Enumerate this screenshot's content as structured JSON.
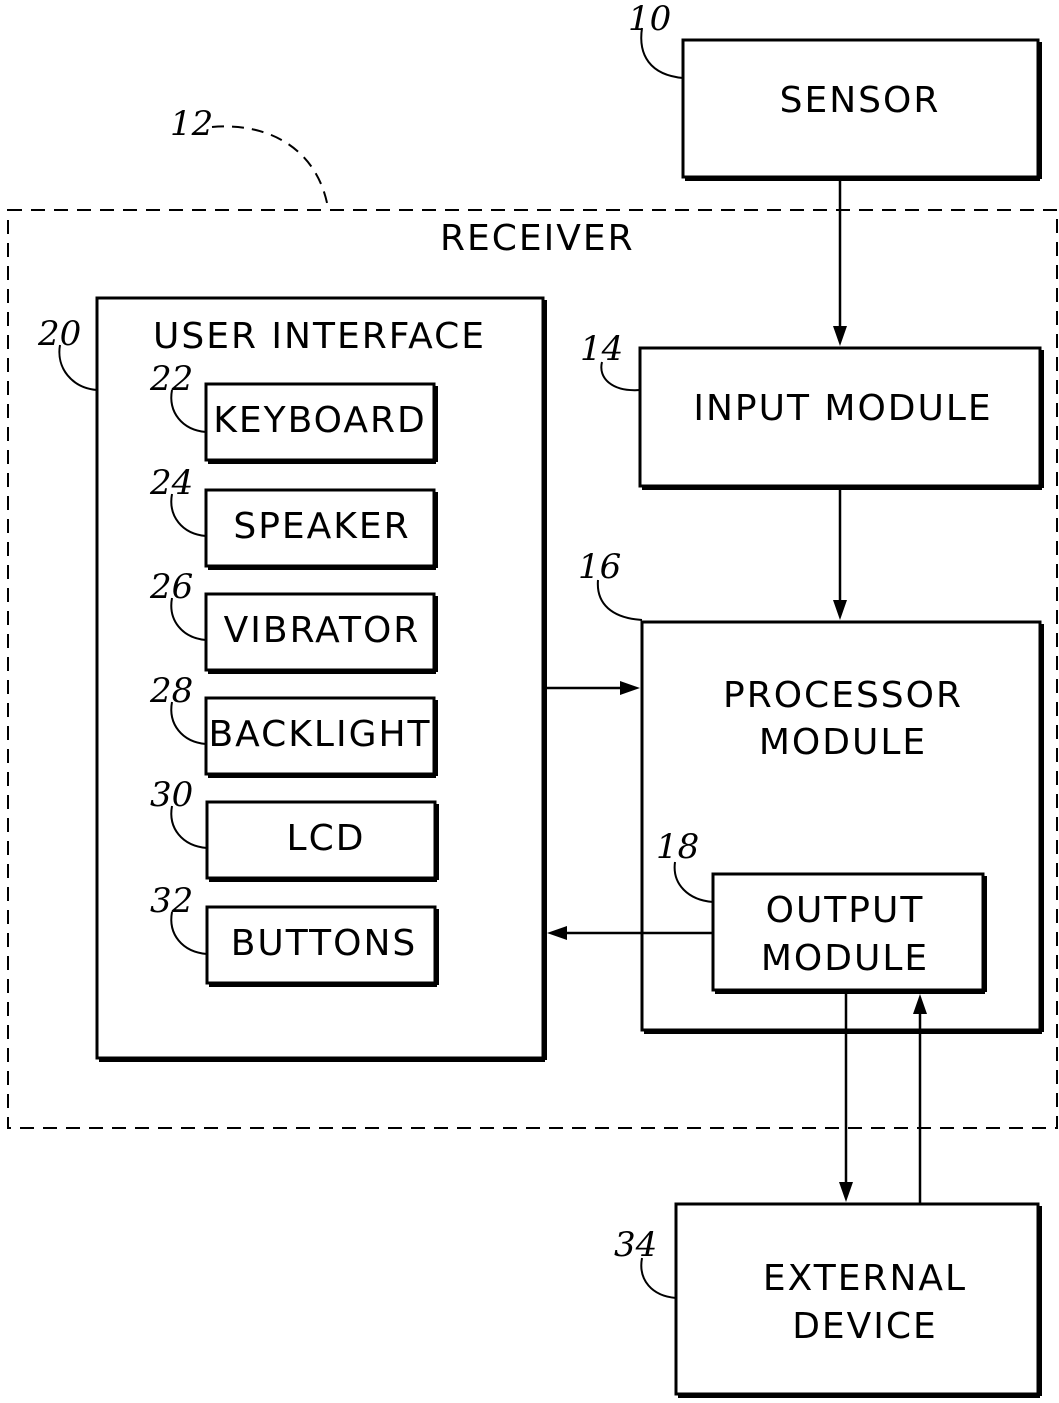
{
  "diagram": {
    "receiver": {
      "ref": "12",
      "label": "RECEIVER"
    },
    "sensor": {
      "ref": "10",
      "label": "SENSOR"
    },
    "input_module": {
      "ref": "14",
      "label": "INPUT MODULE"
    },
    "processor_module": {
      "ref": "16",
      "label_line1": "PROCESSOR",
      "label_line2": "MODULE"
    },
    "output_module": {
      "ref": "18",
      "label_line1": "OUTPUT",
      "label_line2": "MODULE"
    },
    "user_interface": {
      "ref": "20",
      "label": "USER INTERFACE"
    },
    "ui_items": [
      {
        "ref": "22",
        "label": "KEYBOARD"
      },
      {
        "ref": "24",
        "label": "SPEAKER"
      },
      {
        "ref": "26",
        "label": "VIBRATOR"
      },
      {
        "ref": "28",
        "label": "BACKLIGHT"
      },
      {
        "ref": "30",
        "label": "LCD"
      },
      {
        "ref": "32",
        "label": "BUTTONS"
      }
    ],
    "external_device": {
      "ref": "34",
      "label_line1": "EXTERNAL",
      "label_line2": "DEVICE"
    }
  }
}
